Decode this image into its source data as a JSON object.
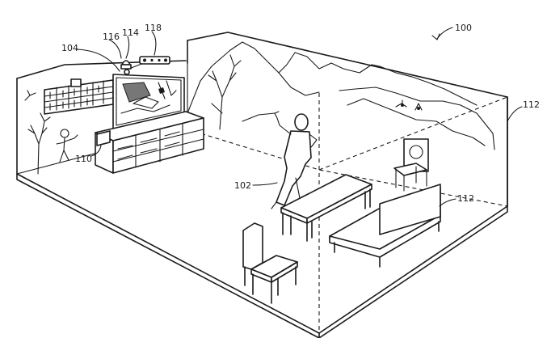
{
  "figure": {
    "labels": {
      "system": "100",
      "user": "102",
      "display": "104",
      "console": "110",
      "wall_right": "112",
      "sofa": "112",
      "camera": "114",
      "sensor": "116",
      "projector": "118"
    }
  }
}
